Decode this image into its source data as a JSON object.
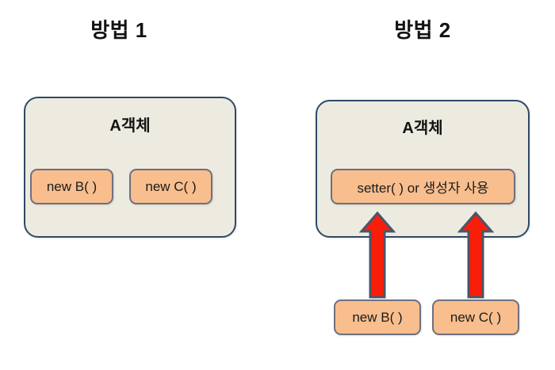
{
  "diagram": {
    "panels": [
      {
        "title": "방법 1",
        "container_label": "A객체",
        "inner_boxes": [
          {
            "label": "new B( )"
          },
          {
            "label": "new C( )"
          }
        ]
      },
      {
        "title": "방법 2",
        "container_label": "A객체",
        "inner_boxes": [
          {
            "label": "setter( ) or 생성자 사용"
          }
        ],
        "external_boxes": [
          {
            "label": "new B( )"
          },
          {
            "label": "new C( )"
          }
        ],
        "arrows": [
          {
            "name": "arrow-new-b-to-setter",
            "direction": "up"
          },
          {
            "name": "arrow-new-c-to-setter",
            "direction": "up"
          }
        ]
      }
    ],
    "colors": {
      "background": "#FFFFFF",
      "container_fill": "#EDEBE0",
      "container_border": "#2E4A66",
      "box_fill": "#F8BE8D",
      "box_border": "#6E7080",
      "arrow_fill": "#F81E0A",
      "arrow_border": "#4A5568",
      "text": "#131313"
    }
  }
}
